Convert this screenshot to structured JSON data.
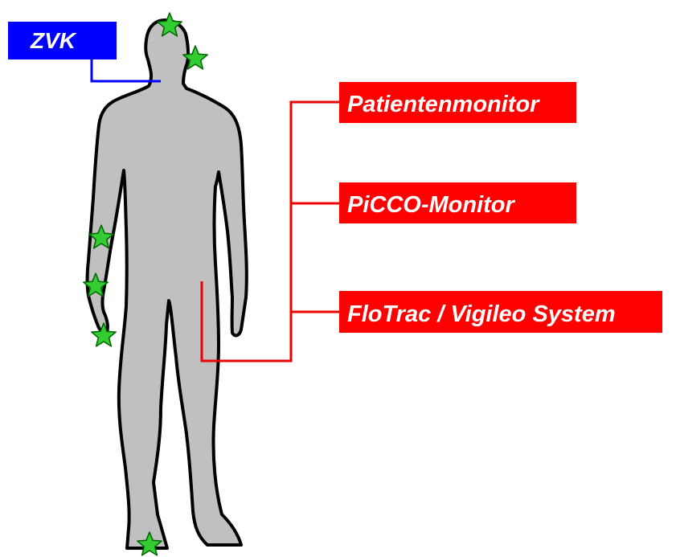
{
  "labels": {
    "zvk": "ZVK",
    "patientenmonitor": "Patientenmonitor",
    "picco": "PiCCO-Monitor",
    "flotrac": "FloTrac / Vigileo System"
  },
  "colors": {
    "background": "#ffffff",
    "body_fill": "#c0c0c0",
    "body_outline": "#000000",
    "zvk": "#0000ff",
    "monitor": "#ff0000",
    "monitor_line": "#ee0000",
    "star_fill": "#33cc33",
    "star_outline": "#006400",
    "text": "#ffffff"
  },
  "icons": {
    "star": "star-icon"
  }
}
